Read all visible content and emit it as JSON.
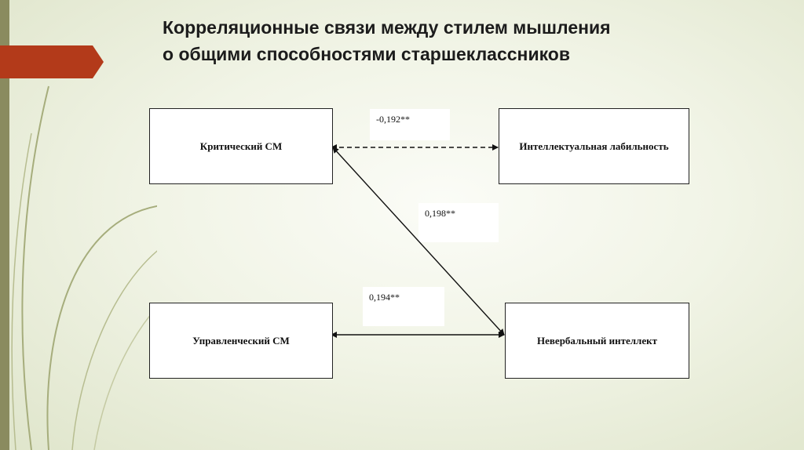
{
  "title": {
    "line1": "Корреляционные связи между стилем мышления",
    "line2": "о общими способностями старшеклассников"
  },
  "nodes": {
    "critical": "Критический СМ",
    "intellectual_lability": "Интеллектуальная лабильность",
    "managerial": "Управленческий СМ",
    "nonverbal": "Невербальный интеллект"
  },
  "edges": {
    "critical_lability": "-0,192**",
    "critical_nonverbal": "0,198**",
    "managerial_nonverbal": "0,194**"
  },
  "colors": {
    "accent_arrow": "#b33a1a",
    "left_bar": "#8a8b5f"
  }
}
